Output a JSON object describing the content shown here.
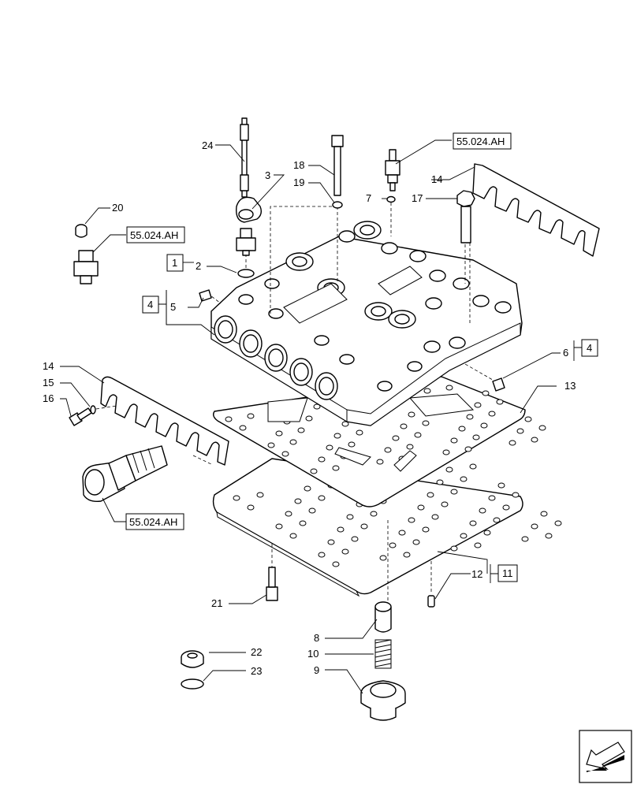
{
  "callouts": {
    "c1": "1",
    "c2": "2",
    "c3": "3",
    "c4a": "4",
    "c4b": "4",
    "c5": "5",
    "c6": "6",
    "c7": "7",
    "c8": "8",
    "c9": "9",
    "c10": "10",
    "c11": "11",
    "c12": "12",
    "c13": "13",
    "c14a": "14",
    "c14b": "14",
    "c15": "15",
    "c16": "16",
    "c17": "17",
    "c18": "18",
    "c19": "19",
    "c20": "20",
    "c21": "21",
    "c22": "22",
    "c23": "23",
    "c24": "24"
  },
  "refs": {
    "ref_top": "55.024.AH",
    "ref_left": "55.024.AH",
    "ref_bottom": "55.024.AH"
  },
  "nav": {
    "icon": "arrow-icon"
  }
}
